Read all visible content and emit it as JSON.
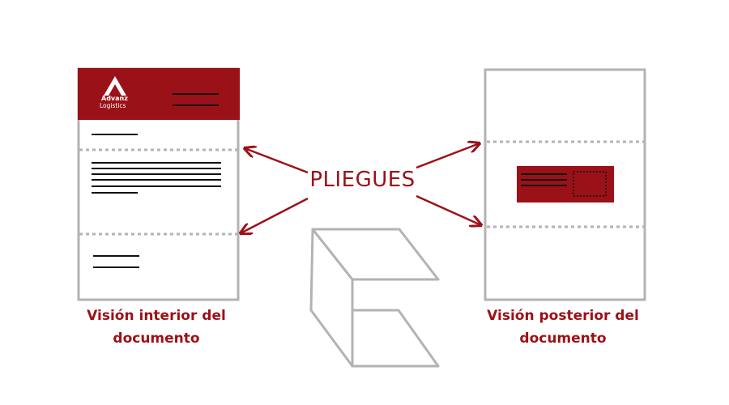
{
  "colors": {
    "accent": "#9b1118",
    "outline": "#b3b3b3",
    "ink": "#111111"
  },
  "center_label": "PLIEGUES",
  "left_doc": {
    "logo": {
      "line1": "Advanz",
      "line2": "Logistics"
    },
    "caption": {
      "line1": "Visión interior del",
      "line2": "documento"
    }
  },
  "right_doc": {
    "caption": {
      "line1": "Visión posterior del",
      "line2": "documento"
    }
  }
}
